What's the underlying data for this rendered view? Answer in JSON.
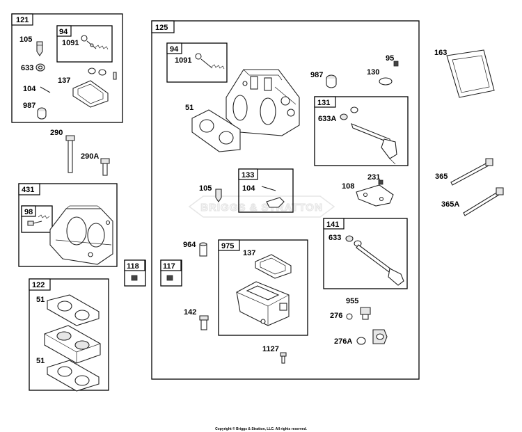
{
  "diagram": {
    "assembly_tags": {
      "t121": "121",
      "t94a": "94",
      "t125": "125",
      "t94b": "94",
      "t131": "131",
      "t133": "133",
      "t431": "431",
      "t98": "98",
      "t141": "141",
      "t118": "118",
      "t117": "117",
      "t975": "975",
      "t122": "122"
    },
    "part_labels": {
      "p105a": "105",
      "p1091a": "1091",
      "p633a": "633",
      "p137a": "137",
      "p104a": "104",
      "p987a": "987",
      "p290": "290",
      "p290A": "290A",
      "p1091b": "1091",
      "p95": "95",
      "p987b": "987",
      "p130": "130",
      "p163": "163",
      "p51a": "51",
      "p633A": "633A",
      "p104b": "104",
      "p105b": "105",
      "p231": "231",
      "p108": "108",
      "p365": "365",
      "p365A": "365A",
      "p964": "964",
      "p137b": "137",
      "p633b": "633",
      "p142": "142",
      "p955": "955",
      "p276": "276",
      "p276A": "276A",
      "p1127": "1127",
      "p51b": "51",
      "p51c": "51"
    },
    "watermark": "BRIGGS & STRATTON",
    "copyright": "Copyright © Briggs & Stratton, LLC. All rights reserved."
  }
}
